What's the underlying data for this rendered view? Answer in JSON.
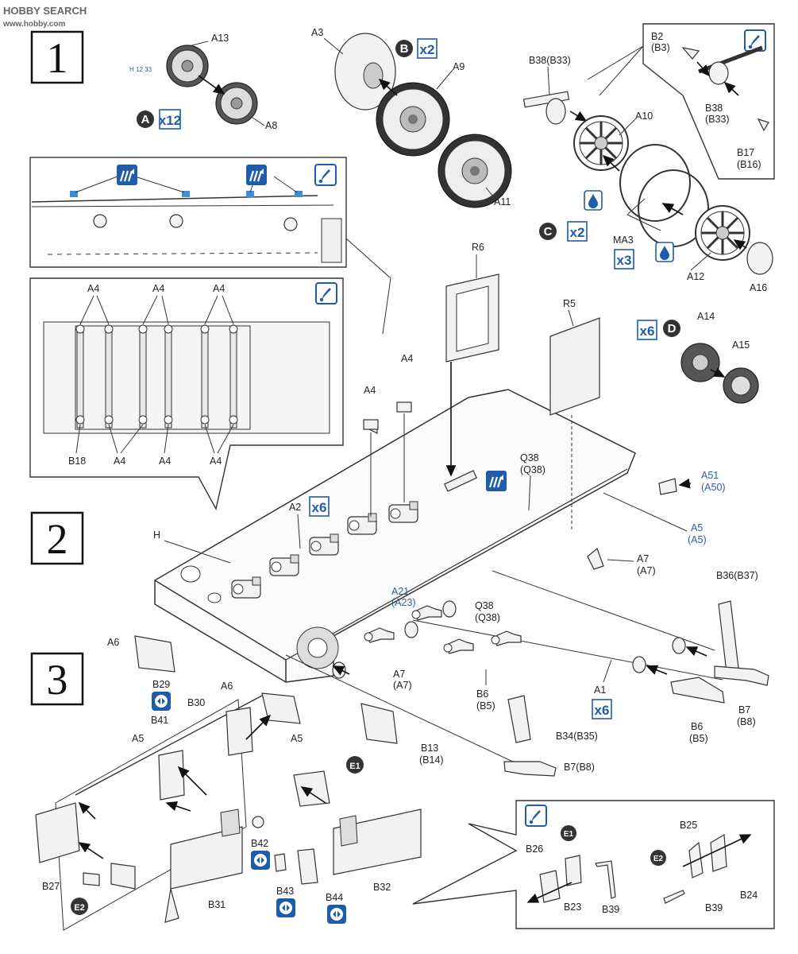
{
  "watermark": {
    "brand": "HOBBY SEARCH",
    "site": "www.hobby.com"
  },
  "steps": [
    {
      "num": "1"
    },
    {
      "num": "2"
    },
    {
      "num": "3"
    }
  ],
  "sub_assemblies": {
    "A": {
      "letter": "A",
      "mult": "x12"
    },
    "B": {
      "letter": "B",
      "mult": "x2"
    },
    "C": {
      "letter": "C",
      "mult": "x2"
    },
    "D": {
      "letter": "D",
      "mult": "x6"
    },
    "E1": {
      "letter": "E1"
    },
    "E2": {
      "letter": "E2"
    }
  },
  "multipliers": {
    "ma3": "x3",
    "a2": "x6",
    "a1": "x6"
  },
  "labels": {
    "a13": "A13",
    "a8": "A8",
    "a3": "A3",
    "a9": "A9",
    "a11": "A11",
    "b38b33_top": "B38(B33)",
    "b2": "B2",
    "b3": "(B3)",
    "b38": "B38",
    "b33": "(B33)",
    "b17": "B17",
    "b16": "(B16)",
    "a10": "A10",
    "ma3": "MA3",
    "a12": "A12",
    "a16": "A16",
    "r6": "R6",
    "r5": "R5",
    "a14": "A14",
    "a15": "A15",
    "a4_1": "A4",
    "a4_2": "A4",
    "a4_3": "A4",
    "a4_4": "A4",
    "a4_5": "A4",
    "a4_6": "A4",
    "a4_7": "A4",
    "a4_8": "A4",
    "b18": "B18",
    "h": "H",
    "a2": "A2",
    "q38_top": "Q38",
    "q38_top2": "(Q38)",
    "a51": "A51",
    "a50": "(A50)",
    "a5_r": "A5",
    "a5_r2": "(A5)",
    "a7_r": "A7",
    "a7_r2": "(A7)",
    "b36b37": "B36(B37)",
    "a21": "A21",
    "a23": "(A23)",
    "q38_mid": "Q38",
    "q38_mid2": "(Q38)",
    "a7_m": "A7",
    "a7_m2": "(A7)",
    "b6_m": "B6",
    "b5_m": "(B5)",
    "a1": "A1",
    "b7_r": "B7",
    "b8_r": "(B8)",
    "b6_r": "B6",
    "b5_r": "(B5)",
    "a6_1": "A6",
    "b29": "B29",
    "b30": "B30",
    "a6_2": "A6",
    "b41": "B41",
    "a5_1": "A5",
    "a5_2": "A5",
    "b13": "B13",
    "b14": "(B14)",
    "b34b35": "B34(B35)",
    "b7b8": "B7(B8)",
    "b42": "B42",
    "b43": "B43",
    "b44": "B44",
    "b27": "B27",
    "b31": "B31",
    "b32": "B32",
    "b26": "B26",
    "b23": "B23",
    "b39_1": "B39",
    "b25": "B25",
    "b24": "B24",
    "b39_2": "B39",
    "h1233": "H 12 33"
  },
  "icons": {
    "paint": "paint-icon",
    "glue": "glue-icon",
    "cement": "cement-icon",
    "option": "option-icon"
  }
}
